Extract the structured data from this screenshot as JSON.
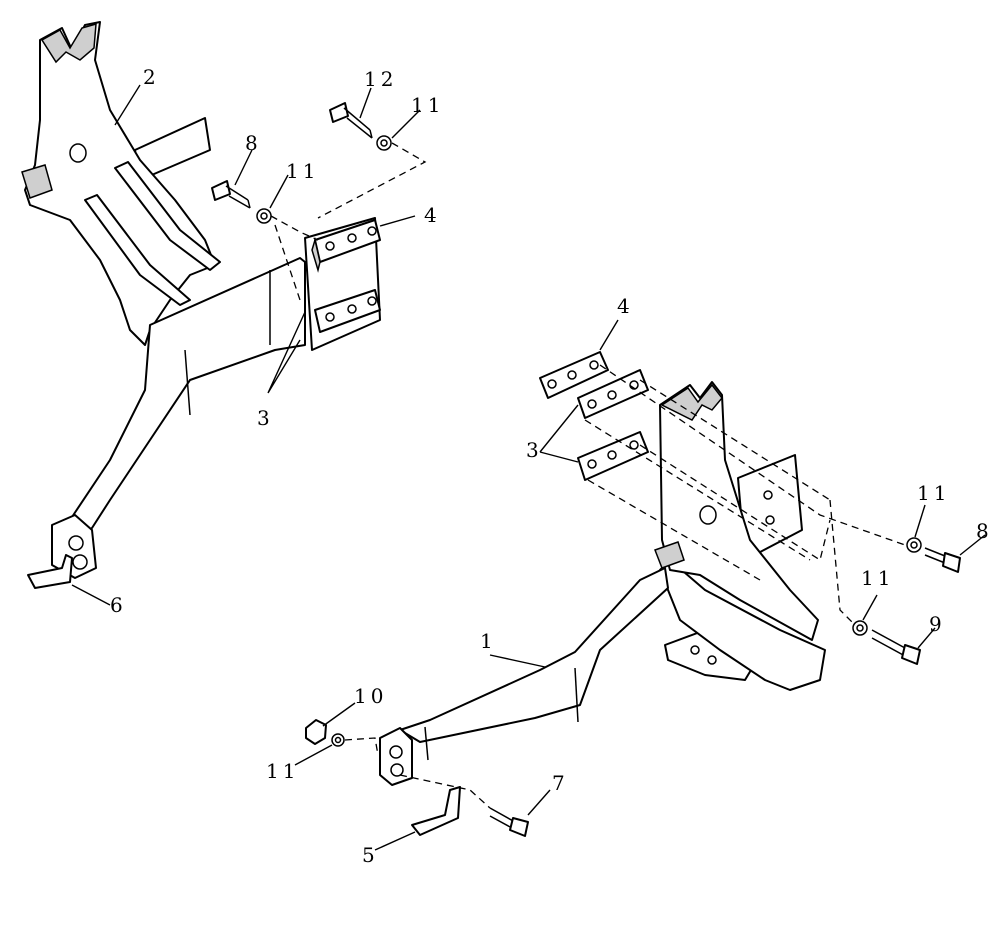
{
  "callouts": {
    "c1": "1",
    "c2": "2",
    "c3_upper": "3",
    "c3_lower": "3",
    "c4_upper": "4",
    "c4_lower": "4",
    "c5": "5",
    "c6": "6",
    "c7": "7",
    "c8_upper": "8",
    "c8_lower": "8",
    "c9": "9",
    "c10": "10",
    "c11_a": "11",
    "c11_b": "11",
    "c11_c": "11",
    "c11_d": "11",
    "c11_e": "11",
    "c12": "12"
  }
}
